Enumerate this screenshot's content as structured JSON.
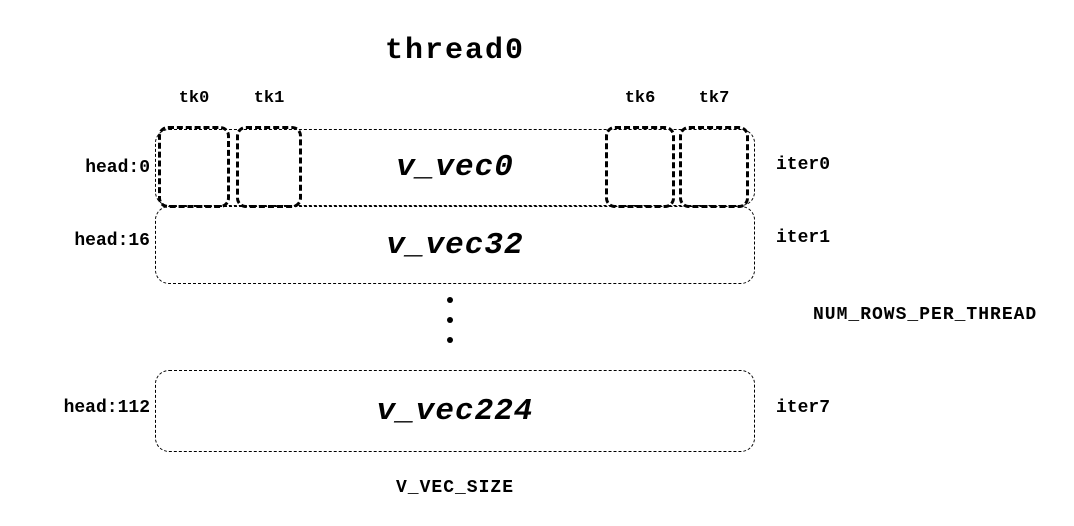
{
  "diagram": {
    "title": "thread0",
    "tk_labels": [
      "tk0",
      "tk1",
      "tk6",
      "tk7"
    ],
    "rows": [
      {
        "head": "head:0",
        "vec": "v_vec0",
        "iter": "iter0"
      },
      {
        "head": "head:16",
        "vec": "v_vec32",
        "iter": "iter1"
      },
      {
        "head": "head:112",
        "vec": "v_vec224",
        "iter": "iter7"
      }
    ],
    "num_rows_label": "NUM_ROWS_PER_THREAD",
    "size_label": "V_VEC_SIZE",
    "colors": {
      "foreground": "#000000",
      "background": "#ffffff"
    }
  }
}
